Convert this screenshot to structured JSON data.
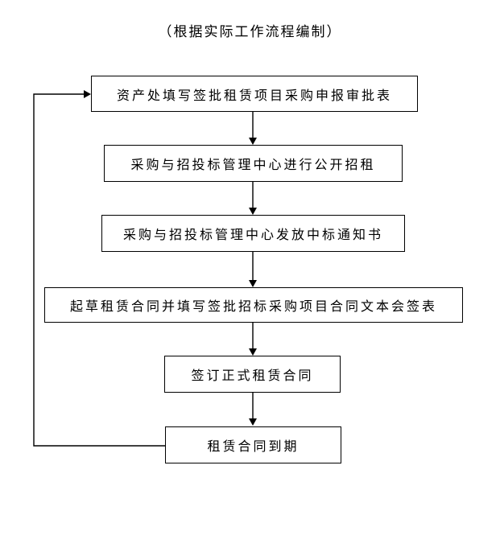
{
  "title": "（根据实际工作流程编制）",
  "flowchart": {
    "steps": [
      {
        "id": "step-1",
        "label": "资产处填写签批租赁项目采购申报审批表"
      },
      {
        "id": "step-2",
        "label": "采购与招投标管理中心进行公开招租"
      },
      {
        "id": "step-3",
        "label": "采购与招投标管理中心发放中标通知书"
      },
      {
        "id": "step-4",
        "label": "起草租赁合同并填写签批招标采购项目合同文本会签表"
      },
      {
        "id": "step-5",
        "label": "签订正式租赁合同"
      },
      {
        "id": "step-6",
        "label": "租赁合同到期"
      }
    ],
    "connections": [
      {
        "from": "step-1",
        "to": "step-2",
        "type": "arrow-down"
      },
      {
        "from": "step-2",
        "to": "step-3",
        "type": "arrow-down"
      },
      {
        "from": "step-3",
        "to": "step-4",
        "type": "arrow-down"
      },
      {
        "from": "step-4",
        "to": "step-5",
        "type": "arrow-down"
      },
      {
        "from": "step-5",
        "to": "step-6",
        "type": "arrow-down"
      },
      {
        "from": "step-6",
        "to": "step-1",
        "type": "loop-back-left"
      }
    ],
    "colors": {
      "line": "#000000",
      "box_border": "#000000",
      "text": "#000000",
      "background": "#ffffff"
    }
  }
}
